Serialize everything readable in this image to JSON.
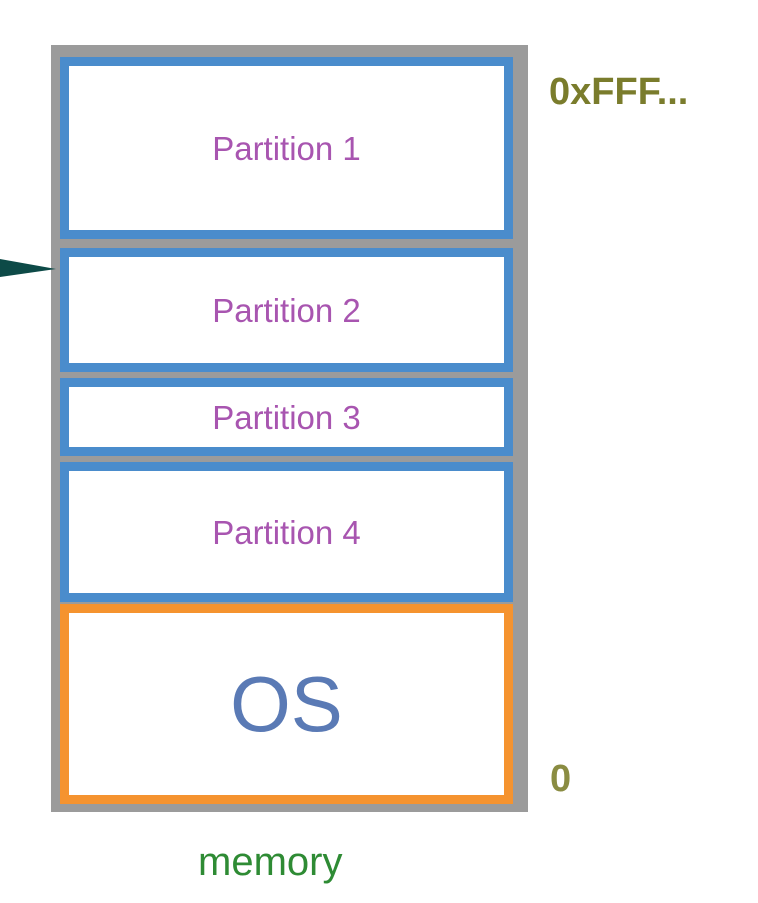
{
  "diagram": {
    "title_caption": "memory",
    "address_high": "0xFFF...",
    "address_low": "0",
    "blocks": [
      {
        "label": "Partition 1",
        "kind": "partition"
      },
      {
        "label": "Partition 2",
        "kind": "partition"
      },
      {
        "label": "Partition 3",
        "kind": "partition"
      },
      {
        "label": "Partition 4",
        "kind": "partition"
      },
      {
        "label": "OS",
        "kind": "os"
      }
    ],
    "pointer": {
      "icon": "arrow-right-icon",
      "target": "Partition 2"
    },
    "colors": {
      "frame": "#9b9b9b",
      "partition_border": "#4a8ccc",
      "os_border": "#f5932f",
      "partition_text": "#a855b0",
      "os_text": "#5a7ab5",
      "address_text": "#7a7c2c",
      "caption_text": "#2e8b34",
      "arrow": "#0d4a47",
      "background": "#ffffff"
    }
  }
}
